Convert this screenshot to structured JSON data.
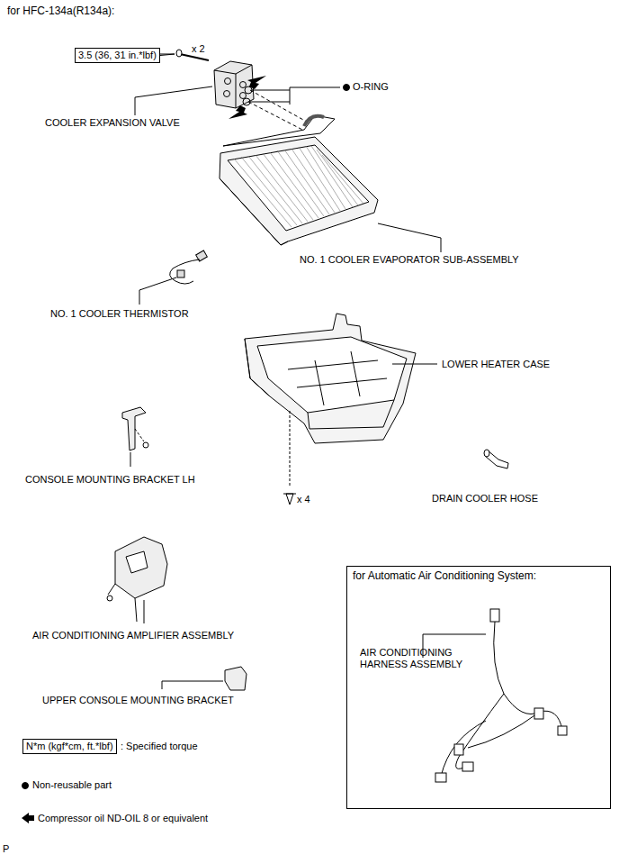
{
  "diagram": {
    "title": "for HFC-134a(R134a):",
    "nodes": [
      {
        "text": [
          "3.5 (36, 31 in.*lbf)"
        ]
      },
      {
        "text": [
          "for Automatic Air Conditioning System:",
          "AIR CONDITIONING HARNESS ASSEMBLY"
        ]
      },
      {
        "text": [
          "N*m (kgf*cm, ft.*lbf)"
        ]
      }
    ],
    "labels": [
      "x 2",
      "O-RING",
      "COOLER EXPANSION VALVE",
      "NO. 1 COOLER EVAPORATOR SUB-ASSEMBLY",
      "NO. 1 COOLER THERMISTOR",
      "LOWER HEATER CASE",
      "CONSOLE MOUNTING BRACKET LH",
      "x 4",
      "DRAIN COOLER HOSE",
      "AIR CONDITIONING AMPLIFIER ASSEMBLY",
      "UPPER CONSOLE MOUNTING BRACKET",
      "P"
    ],
    "legend": [
      {
        "text": ": Specified torque"
      },
      {
        "text": "Non-reusable part"
      },
      {
        "text": "Compressor oil ND-OIL 8 or equivalent"
      }
    ]
  }
}
